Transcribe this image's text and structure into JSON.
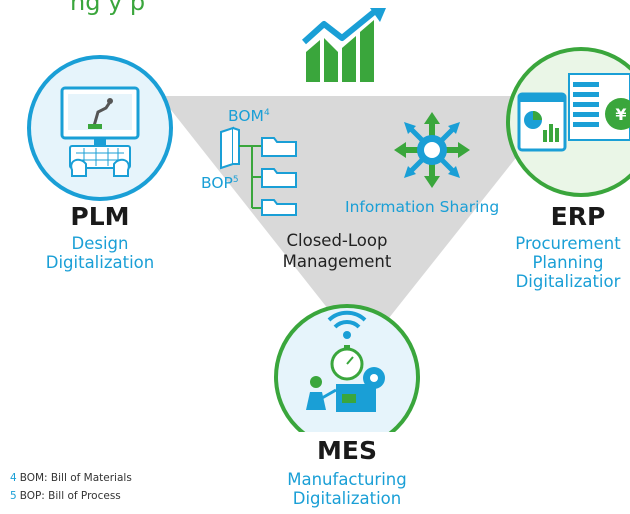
{
  "header": {
    "text": "ng       y              p"
  },
  "nodes": {
    "plm": {
      "title": "PLM",
      "subtitle_line1": "Design",
      "subtitle_line2": "Digitalization"
    },
    "erp": {
      "title": "ERP",
      "subtitle_line1": "Procurement",
      "subtitle_line2": "Planning",
      "subtitle_line3": "Digitalizatior"
    },
    "mes": {
      "title": "MES",
      "subtitle_line1": "Manufacturing",
      "subtitle_line2": "Digitalization"
    }
  },
  "center": {
    "line1": "Closed-Loop",
    "line2": "Management",
    "bom_label": "BOM",
    "bom_ref": "4",
    "bop_label": "BOP",
    "bop_ref": "5",
    "sharing_label": "Information Sharing"
  },
  "footnotes": [
    {
      "num": "4",
      "text": "BOM: Bill of Materials"
    },
    {
      "num": "5",
      "text": "BOP: Bill of Process"
    }
  ],
  "icons": {
    "plm": "computer-robot-arm-icon",
    "erp": "dashboard-finance-icon",
    "mes": "factory-worker-icon",
    "growth": "growth-chart-icon",
    "folders": "folder-tree-icon",
    "sharing": "network-hub-icon"
  },
  "colors": {
    "blue": "#1a9fd6",
    "green": "#3aa63c",
    "triangle": "#d9d9d9"
  }
}
